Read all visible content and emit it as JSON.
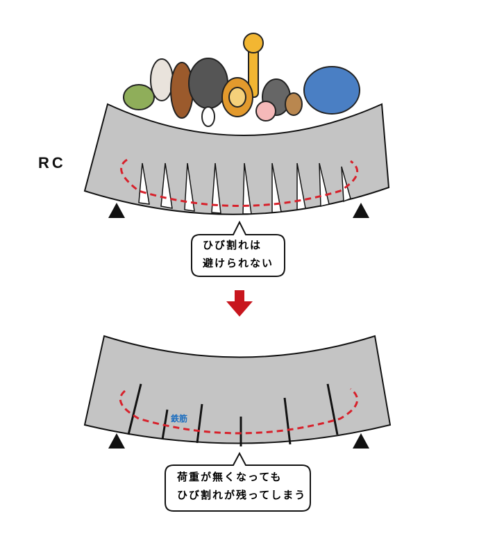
{
  "label_rc": "RC",
  "bubble_top": {
    "line1": "ひび割れは",
    "line2": "避けられない"
  },
  "bubble_bottom": {
    "line1": "荷重が無くなっても",
    "line2": "ひび割れが残ってしまう"
  },
  "rebar_label": "鉄筋",
  "colors": {
    "concrete": "#c4c4c4",
    "rebar_dash": "#d7212b",
    "arrow": "#c8161e",
    "rebar_text": "#1f6fbf"
  }
}
